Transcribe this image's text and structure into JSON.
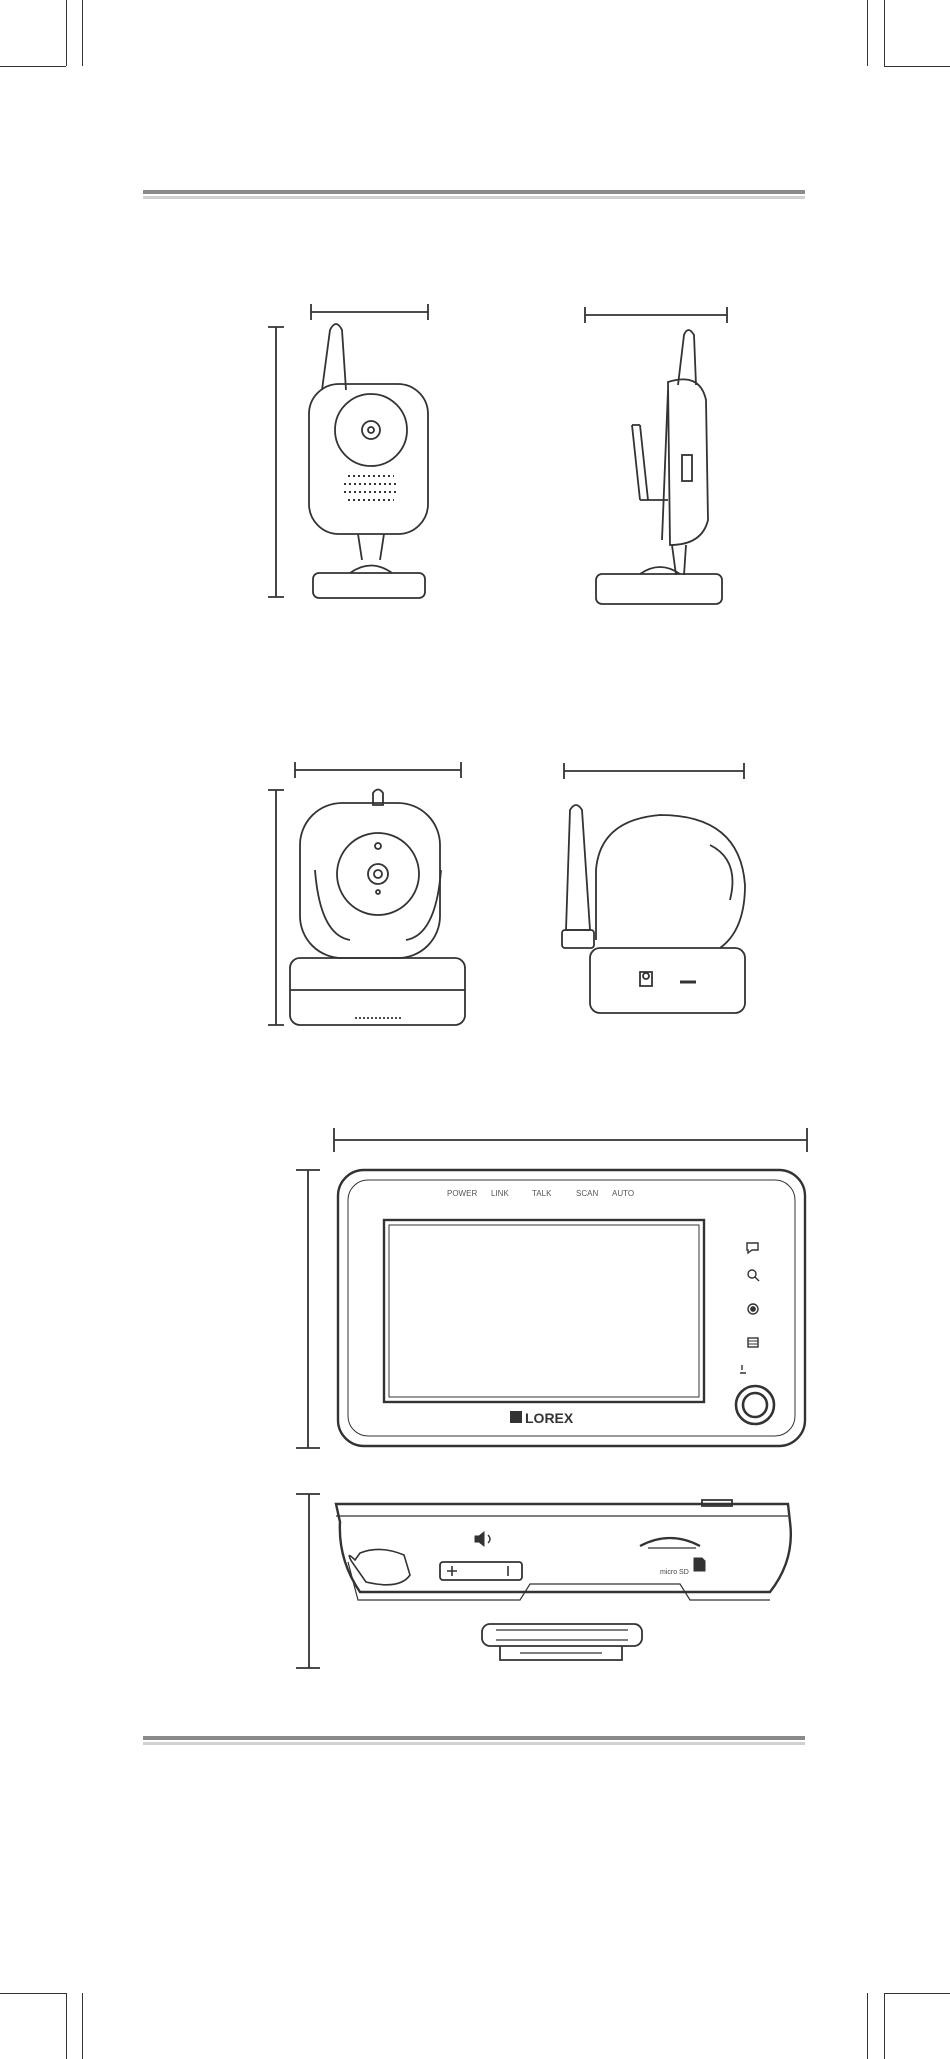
{
  "monitor": {
    "status_labels": [
      "POWER",
      "LINK",
      "TALK",
      "SCAN",
      "AUTO"
    ],
    "brand": "LOREX"
  },
  "monitor_side": {
    "sd_label": "micro SD"
  },
  "icons": [
    "talk-icon",
    "zoom-icon",
    "camera-select-icon",
    "menu-icon",
    "power-icon",
    "speaker-icon",
    "sd-card-icon"
  ]
}
